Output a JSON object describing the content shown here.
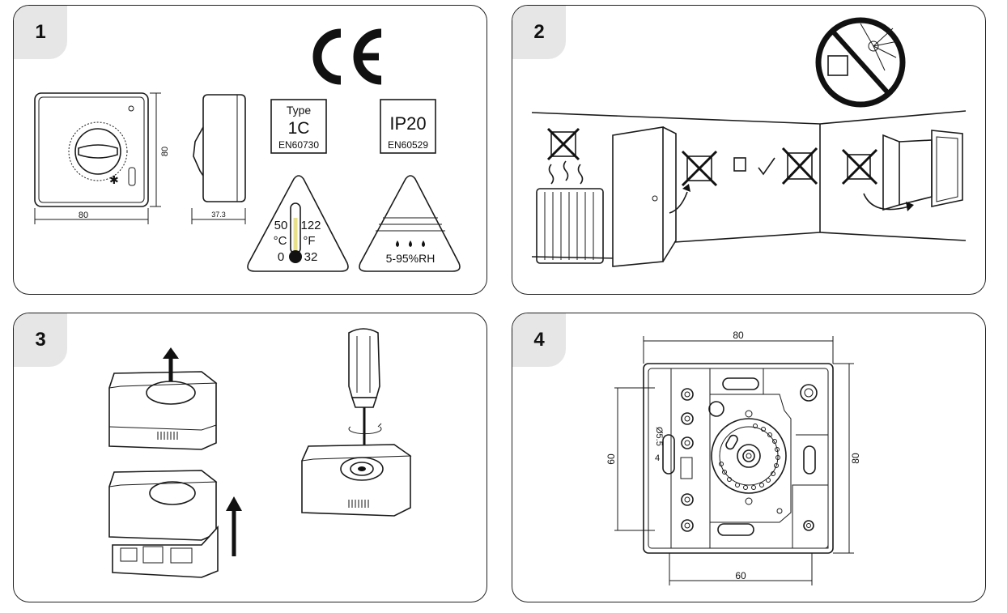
{
  "panels": [
    {
      "number": "1"
    },
    {
      "number": "2"
    },
    {
      "number": "3"
    },
    {
      "number": "4"
    }
  ],
  "panel1": {
    "dim_width": "80",
    "dim_height": "80",
    "dim_depth": "37.3",
    "type_title": "Type",
    "type_value": "1C",
    "type_norm": "EN60730",
    "ip_value": "IP20",
    "ip_norm": "EN60529",
    "temp_c_top": "50",
    "temp_c_unit": "°C",
    "temp_c_bottom": "0",
    "temp_f_top": "122",
    "temp_f_unit": "°F",
    "temp_f_bottom": "32",
    "humidity": "5-95%RH"
  },
  "panel4": {
    "dim_top": "80",
    "dim_left": "60",
    "dim_right": "80",
    "dim_bottom": "60",
    "hole_dia": "Ø5.5",
    "slot_width": "4"
  }
}
